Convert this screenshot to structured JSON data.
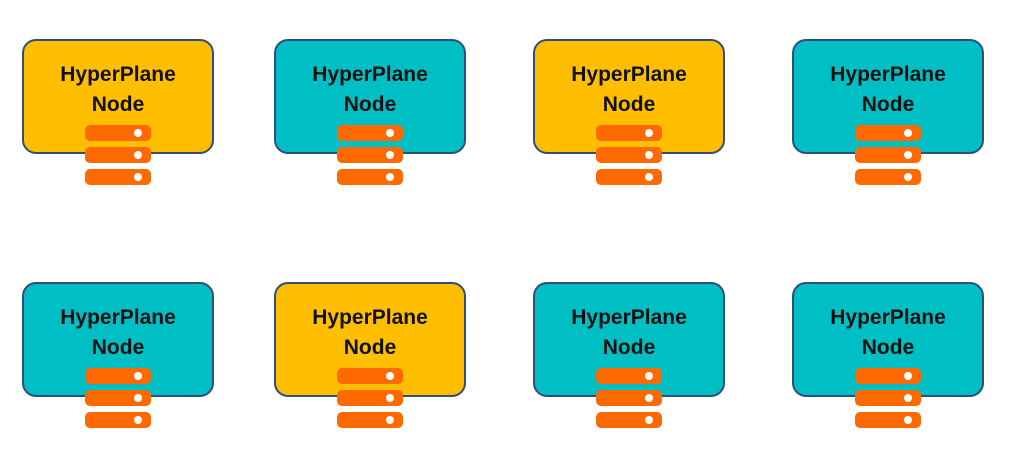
{
  "nodes": [
    {
      "line1": "HyperPlane",
      "line2": "Node",
      "color": "#ffbe00",
      "variant": "gold",
      "icon": "server-stack-icon"
    },
    {
      "line1": "HyperPlane",
      "line2": "Node",
      "color": "#00bfc4",
      "variant": "teal",
      "icon": "server-stack-icon"
    },
    {
      "line1": "HyperPlane",
      "line2": "Node",
      "color": "#ffbe00",
      "variant": "gold",
      "icon": "server-stack-icon"
    },
    {
      "line1": "HyperPlane",
      "line2": "Node",
      "color": "#00bfc4",
      "variant": "teal",
      "icon": "server-stack-icon"
    },
    {
      "line1": "HyperPlane",
      "line2": "Node",
      "color": "#00bfc4",
      "variant": "teal",
      "icon": "server-stack-icon"
    },
    {
      "line1": "HyperPlane",
      "line2": "Node",
      "color": "#ffbe00",
      "variant": "gold",
      "icon": "server-stack-icon"
    },
    {
      "line1": "HyperPlane",
      "line2": "Node",
      "color": "#00bfc4",
      "variant": "teal",
      "icon": "server-stack-icon"
    },
    {
      "line1": "HyperPlane",
      "line2": "Node",
      "color": "#00bfc4",
      "variant": "teal",
      "icon": "server-stack-icon"
    }
  ],
  "colors": {
    "gold": "#ffbe00",
    "teal": "#00bfc4",
    "server": "#ff6a00",
    "border": "#2f4f7a"
  }
}
